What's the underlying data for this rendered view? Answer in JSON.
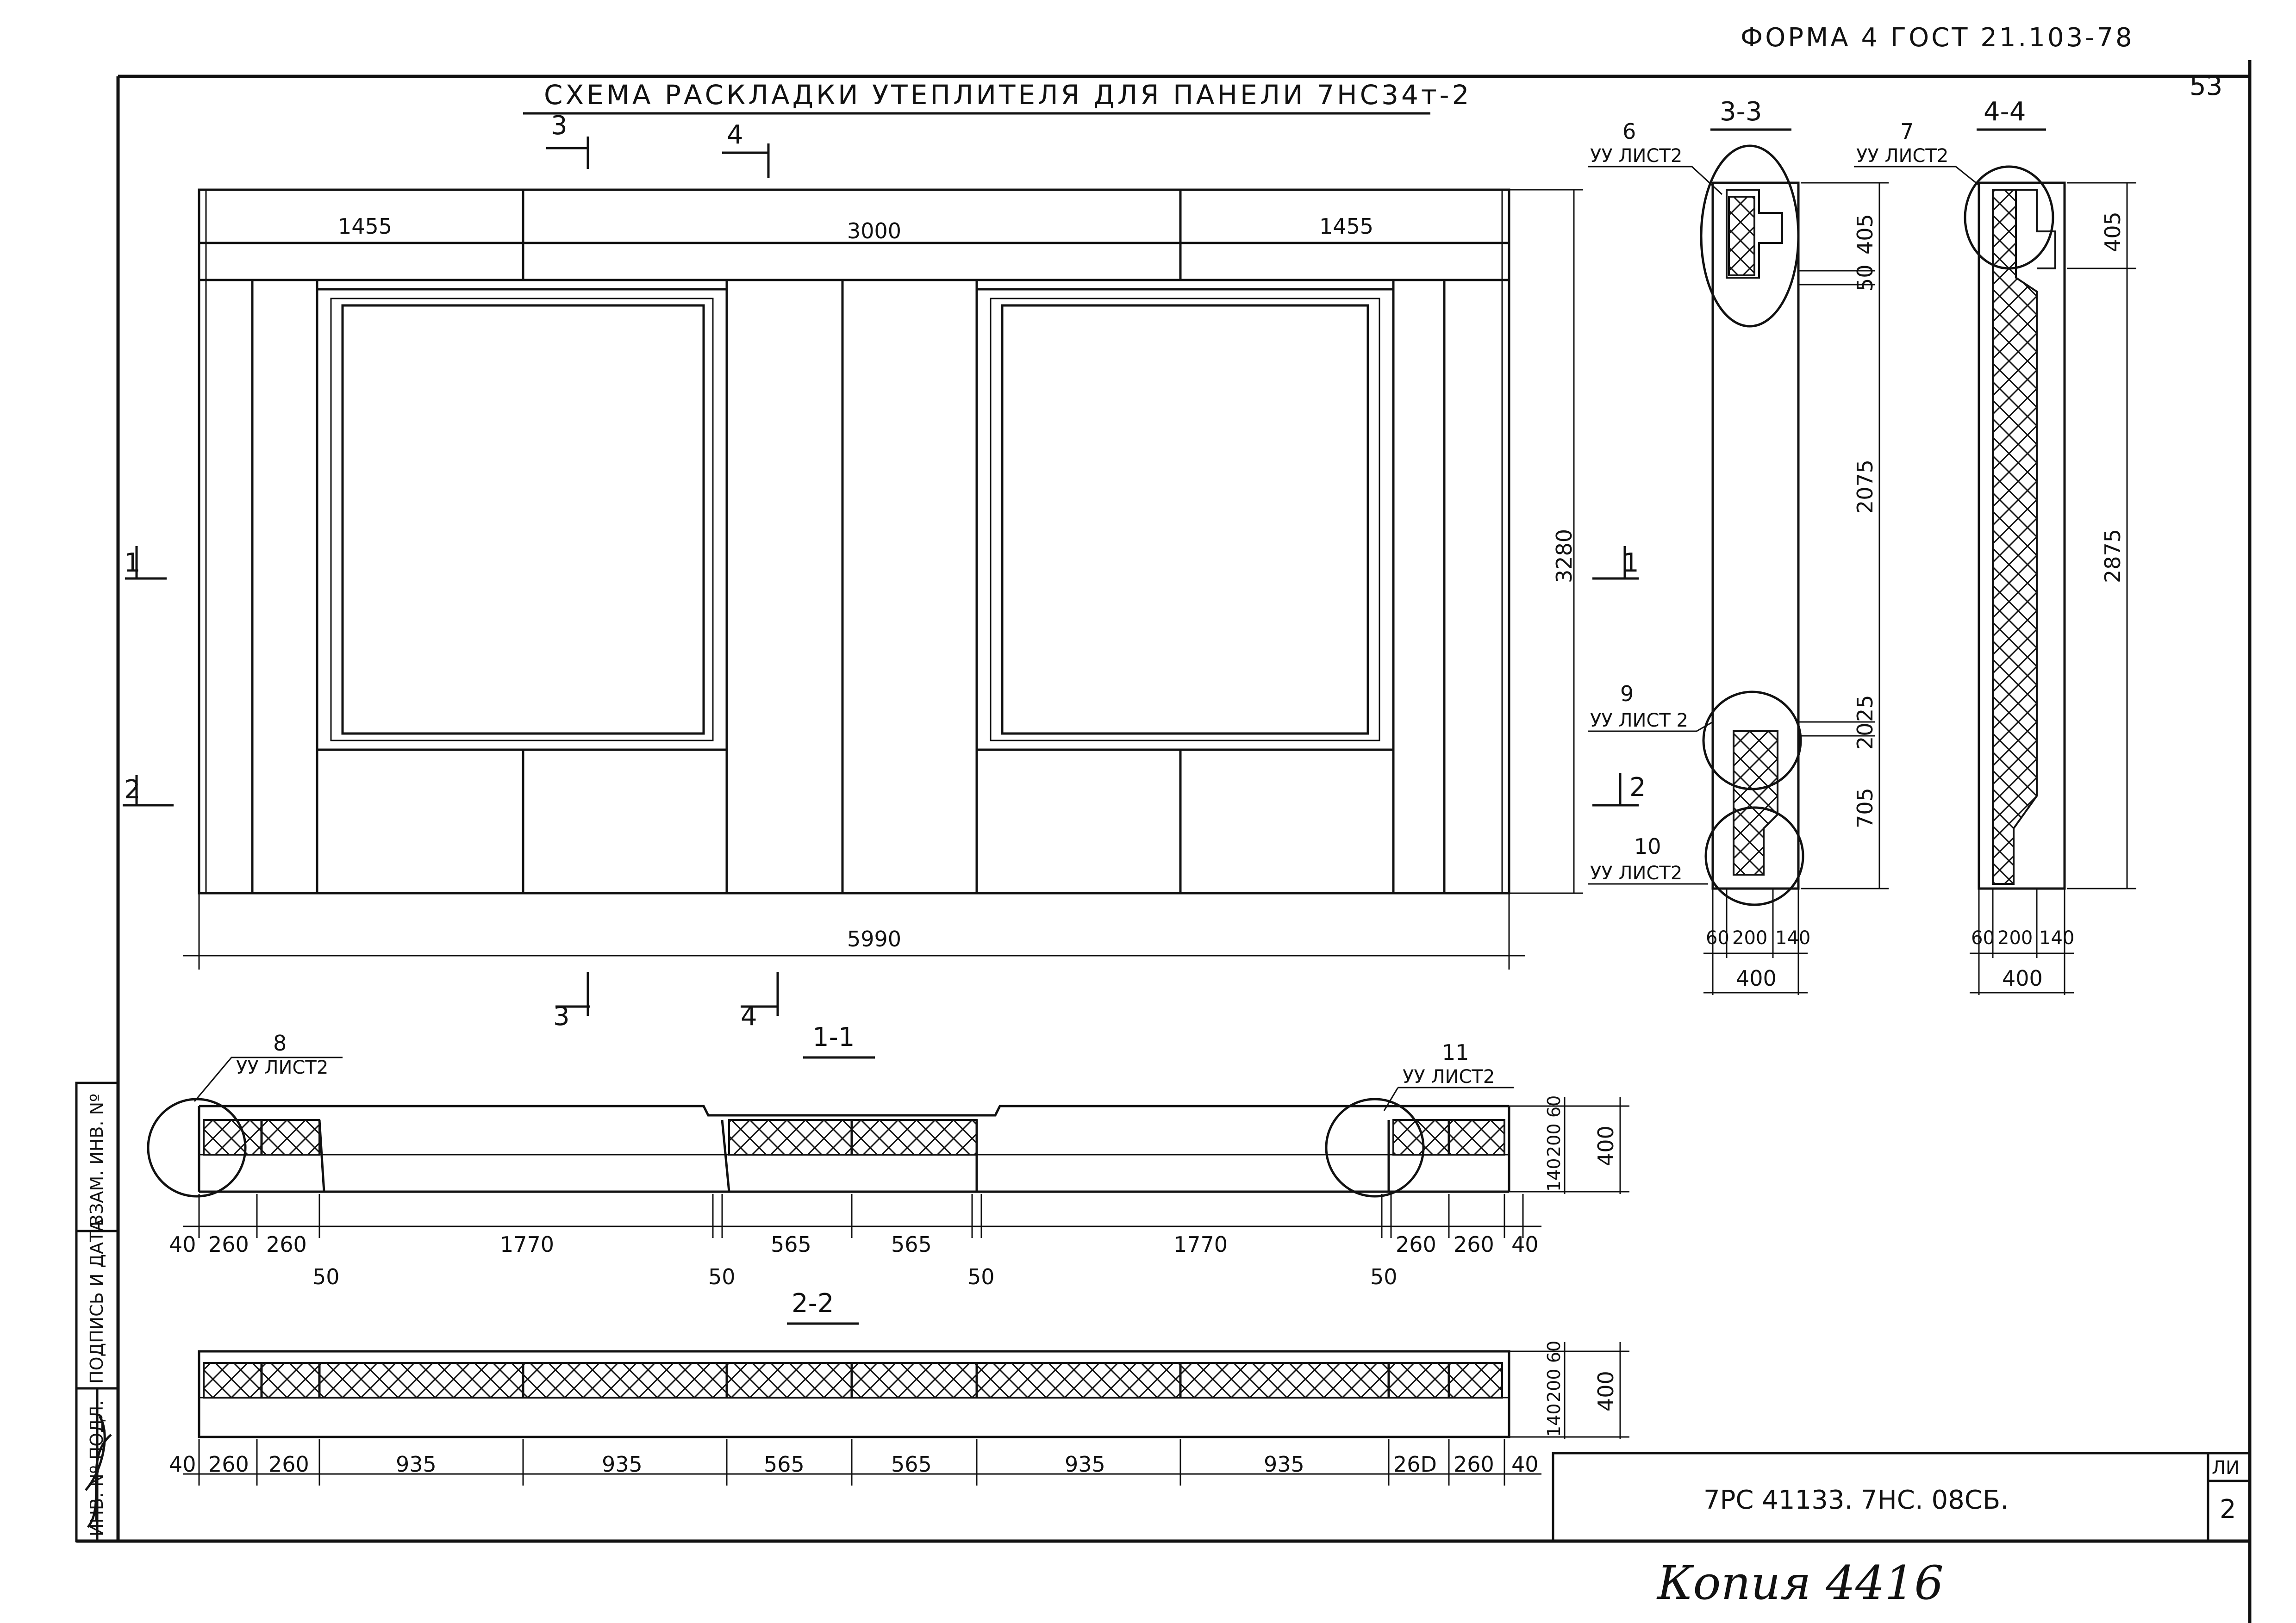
{
  "header": {
    "form_label": "ФОРМА 4 ГОСТ 21.103-78",
    "page_number": "53"
  },
  "title": "СХЕМА РАСКЛАДКИ УТЕПЛИТЕЛЯ ДЛЯ ПАНЕЛИ 7НС34т-2",
  "elevation": {
    "top_dims": [
      "1455",
      "3000",
      "1455"
    ],
    "height_dim": "3280",
    "width_dim": "5990",
    "section_marks": [
      "3",
      "4",
      "1",
      "2",
      "1",
      "2",
      "3",
      "4"
    ]
  },
  "sections": {
    "s33": {
      "label": "3-3",
      "dims": [
        "405",
        "50",
        "2075",
        "25",
        "20",
        "705"
      ],
      "bottom": [
        "60",
        "200",
        "140",
        "400"
      ]
    },
    "s44": {
      "label": "4-4",
      "dims": [
        "405",
        "2875"
      ],
      "bottom": [
        "60",
        "200",
        "140",
        "400"
      ]
    },
    "s11": {
      "label": "1-1",
      "dims": [
        "40",
        "260",
        "260",
        "1770",
        "565",
        "565",
        "1770",
        "260",
        "260",
        "40"
      ],
      "gaps": [
        "50",
        "50",
        "50",
        "50"
      ],
      "side": [
        "60",
        "200",
        "140",
        "400"
      ]
    },
    "s22": {
      "label": "2-2",
      "dims": [
        "40",
        "260",
        "260",
        "935",
        "935",
        "565",
        "565",
        "935",
        "935",
        "26D",
        "260",
        "40"
      ],
      "side": [
        "60",
        "200",
        "140",
        "400"
      ]
    }
  },
  "callouts": [
    {
      "num": "6",
      "ref": "УУ ЛИСТ2"
    },
    {
      "num": "7",
      "ref": "УУ ЛИСТ2"
    },
    {
      "num": "9",
      "ref": "УУ ЛИСТ 2"
    },
    {
      "num": "10",
      "ref": "УУ ЛИСТ2"
    },
    {
      "num": "8",
      "ref": "УУ ЛИСТ2"
    },
    {
      "num": "11",
      "ref": "УУ ЛИСТ2"
    }
  ],
  "stamp": {
    "code": "7РС 41133. 7НС. 08СБ.",
    "sheet_label": "ЛИ",
    "sheet_no": "2"
  },
  "sidebar": {
    "cells": [
      "ИНВ. Nº ПОДЛ.",
      "ПОДПИСЬ И ДАТА",
      "ВЗАМ. ИНВ. Nº"
    ]
  },
  "copy_note": "Копия 4416"
}
